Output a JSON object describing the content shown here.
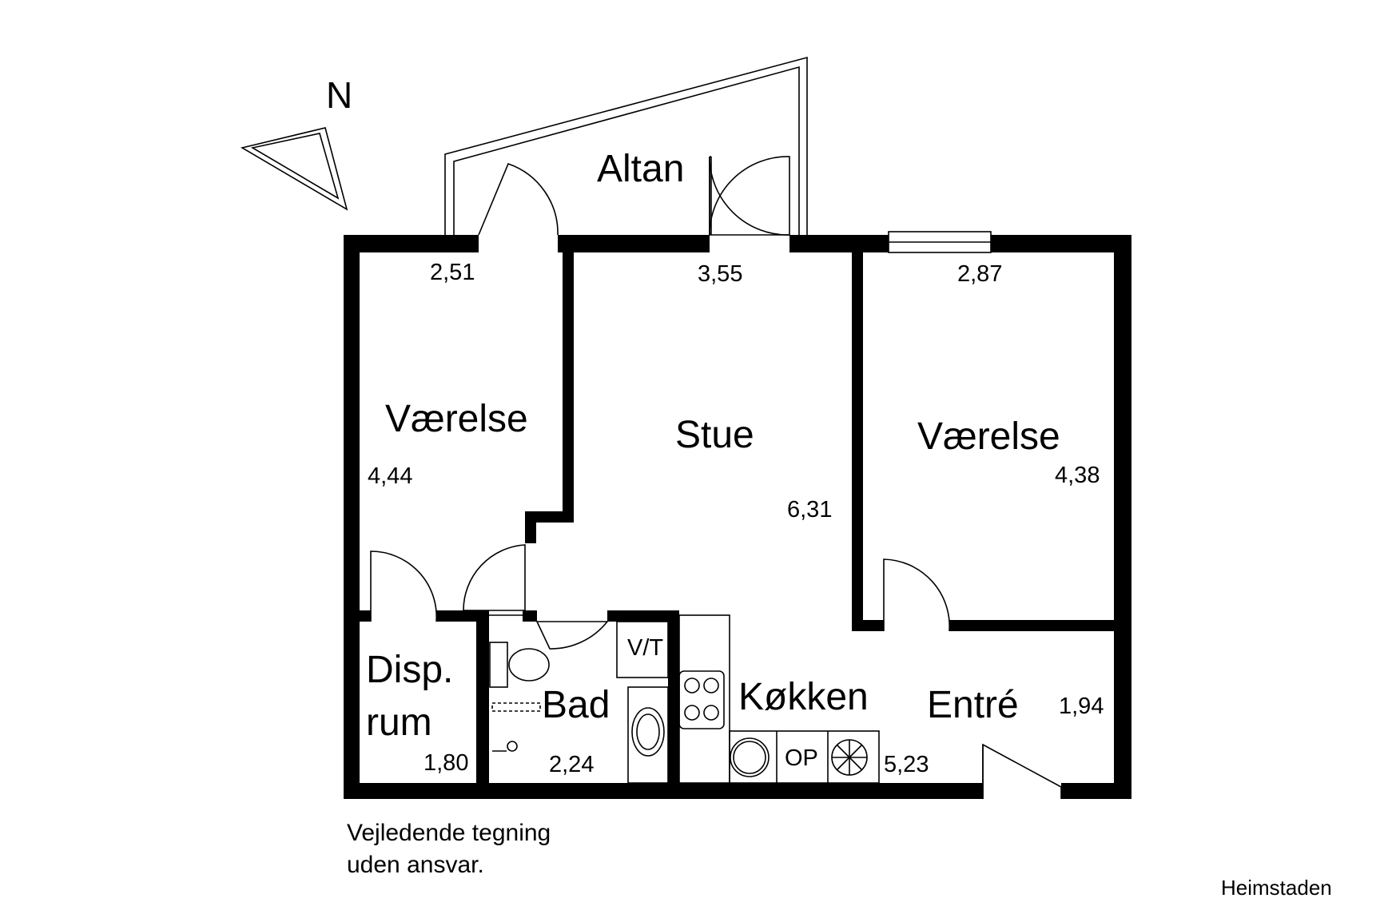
{
  "compass": {
    "label": "N",
    "icon": "north-arrow-icon"
  },
  "rooms": {
    "altan": "Altan",
    "vaerelse_left": "Værelse",
    "stue": "Stue",
    "vaerelse_right": "Værelse",
    "disp_line1": "Disp.",
    "disp_line2": "rum",
    "bad": "Bad",
    "koekken": "Køkken",
    "entre": "Entré"
  },
  "fixtures": {
    "vt": "V/T",
    "op": "OP"
  },
  "dimensions": {
    "vaerelse_left_width": "2,51",
    "stue_width": "3,55",
    "vaerelse_right_width": "2,87",
    "vaerelse_left_length": "4,44",
    "stue_length": "6,31",
    "vaerelse_right_length": "4,38",
    "entre_width": "1,94",
    "disp_width": "1,80",
    "bad_width": "2,24",
    "koekken_width": "5,23"
  },
  "note": {
    "line1": "Vejledende tegning",
    "line2": "uden ansvar."
  },
  "watermark": "Heimstaden"
}
